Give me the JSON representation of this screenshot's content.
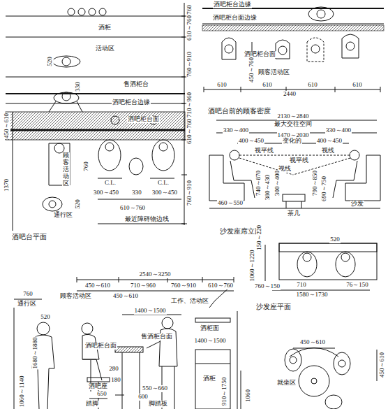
{
  "diagram": {
    "labels": [
      "760",
      "610～760",
      "酒柜",
      "520",
      "活动区",
      "760～910",
      "330",
      "售酒柜台",
      "酒吧柜台边缘",
      "710～960",
      "450～610",
      "酒吧柜台面",
      "610～760",
      "顾客活动区",
      "760",
      "C.L.",
      "C.L.",
      "1370",
      "300～450",
      "330",
      "300～450",
      "760～910",
      "520",
      "610～760",
      "通行区",
      "最近障碍物边线",
      "酒吧台平面",
      "酒吧柜台边缘",
      "酒吧柜台面边缘",
      "酒吧柜台面",
      "450～760",
      "顾客活动区",
      "610",
      "610",
      "610",
      "610",
      "2440",
      "酒吧台前的顾客密度",
      "2130～2840",
      "最大交往空间",
      "330～400",
      "330～400",
      "1470～2030",
      "400～450",
      "变化的",
      "400～450",
      "视平线",
      "视线",
      "视平线",
      "视线",
      "740～870",
      "380～430",
      "300～400",
      "790～850",
      "690～750",
      "460～550",
      "茶几",
      "沙发",
      "沙发座席立面",
      "150～220",
      "520",
      "1060～1220",
      "760～150",
      "710",
      "76～150",
      "1580～1730",
      "沙发座平面",
      "450～610",
      "450～610",
      "就坐区",
      "1060",
      "910～1750",
      "2540～3250",
      "450～610",
      "710～960",
      "760～910",
      "610～760",
      "760",
      "顾客活动区",
      "450～610",
      "工作、活动区",
      "通行区",
      "520",
      "1400～1500",
      "酒柜面",
      "1400～1500",
      "酒吧柜台面",
      "售酒柜台面",
      "1680～1880",
      "280",
      "酒柜",
      "1060～1140",
      "酒吧座",
      "180",
      "550～660",
      "650",
      "600",
      "踏脚",
      "脚踏板"
    ]
  }
}
